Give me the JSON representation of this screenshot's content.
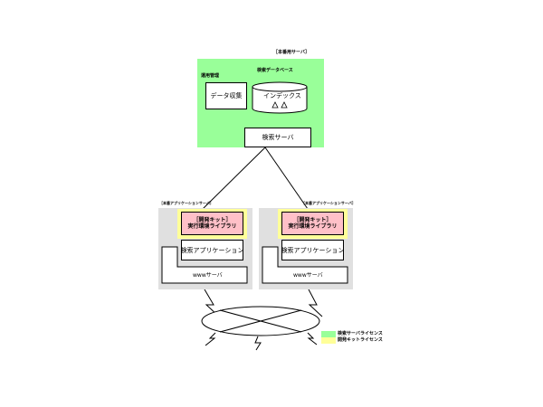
{
  "main_server": {
    "title": "［本番用サーバ］",
    "db_title": "検索データベース",
    "ops_label": "運用管理",
    "data_collect": "データ収集",
    "index": "インデックス",
    "search_server": "検索サーバ"
  },
  "app_servers": [
    {
      "title": "［本番アプリケーションサーバ］",
      "kit_line1": "［開発キット］",
      "kit_line2": "実行環境ライブラリ",
      "app": "検索アプリケーション",
      "www": "wwwサーバ"
    },
    {
      "title": "［本番アプリケーションサーバ］",
      "kit_line1": "［開発キット］",
      "kit_line2": "実行環境ライブラリ",
      "app": "検索アプリケーション",
      "www": "wwwサーバ"
    }
  ],
  "legend": [
    {
      "label": "検索サーバライセンス",
      "color": "#99ff99"
    },
    {
      "label": "開発キットライセンス",
      "color": "#ffff99"
    }
  ]
}
